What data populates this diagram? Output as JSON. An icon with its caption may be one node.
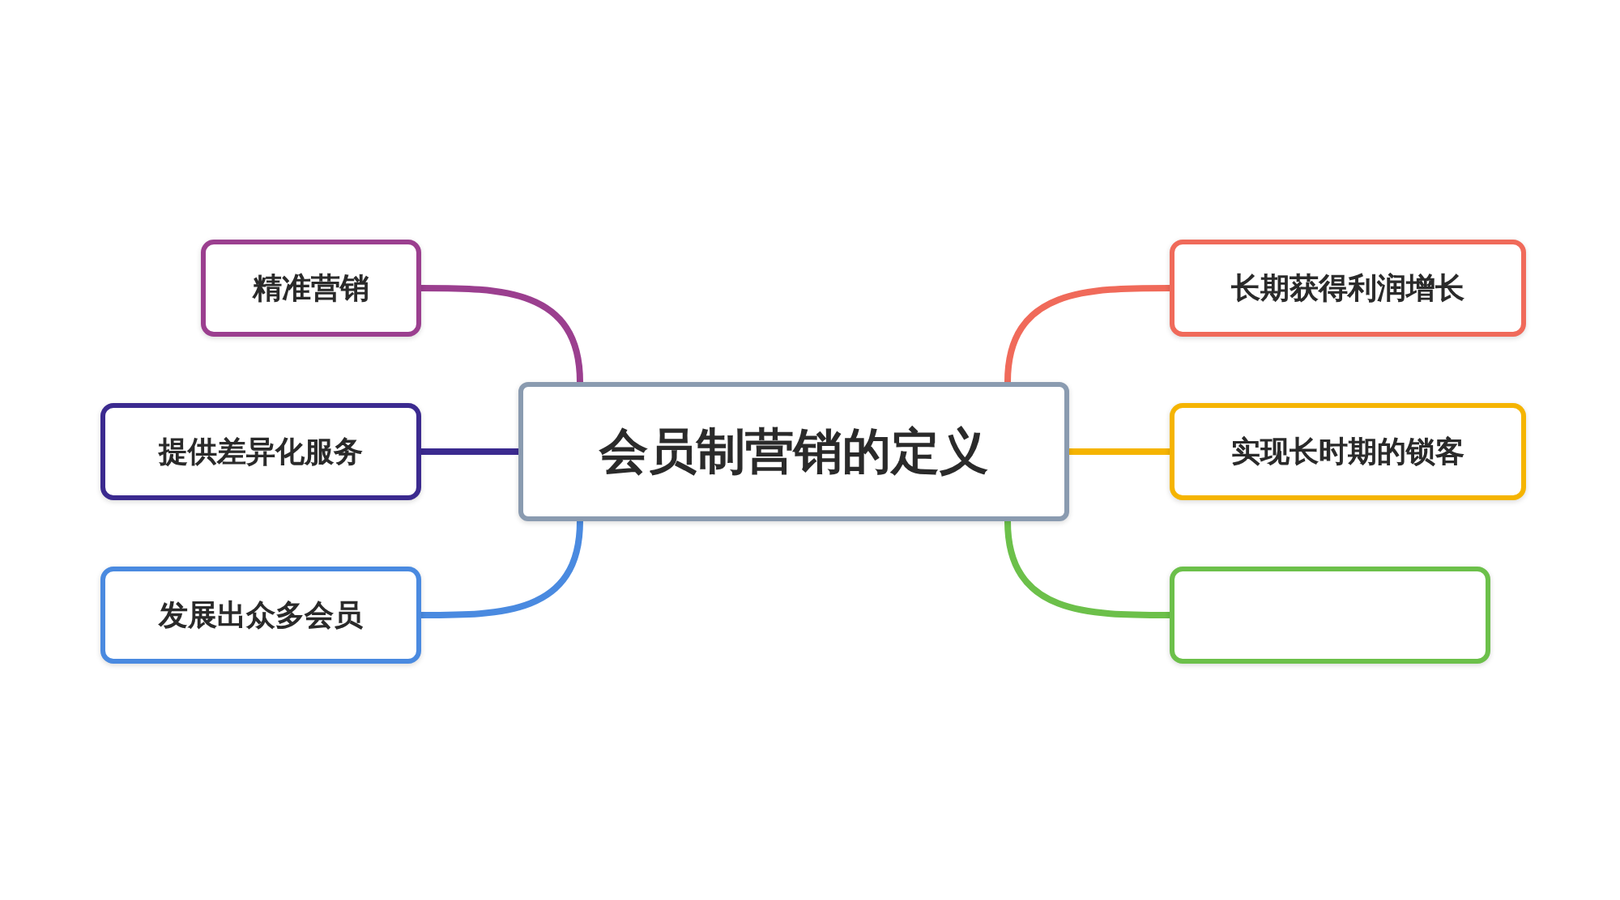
{
  "diagram": {
    "nodes": [
      {
        "text": [
          "会员制营销的定义"
        ]
      },
      {
        "text": [
          "精准营销"
        ]
      },
      {
        "text": [
          "提供差异化服务"
        ]
      },
      {
        "text": [
          "发展出众多会员"
        ]
      },
      {
        "text": [
          "长期获得利润增长"
        ]
      },
      {
        "text": [
          "实现长时期的锁客"
        ]
      },
      {
        "text": [],
        "shape": "box"
      }
    ],
    "edges": [
      {
        "from": 0,
        "to": 1,
        "arrow": "none",
        "color": "#9b3f8f"
      },
      {
        "from": 0,
        "to": 2,
        "arrow": "none",
        "color": "#3b2a8f"
      },
      {
        "from": 0,
        "to": 3,
        "arrow": "none",
        "color": "#4a8ae0"
      },
      {
        "from": 0,
        "to": 4,
        "arrow": "none",
        "color": "#f06a5a"
      },
      {
        "from": 0,
        "to": 5,
        "arrow": "none",
        "color": "#f5b400"
      },
      {
        "from": 0,
        "to": 6,
        "arrow": "none",
        "color": "#6cc04a"
      }
    ]
  }
}
